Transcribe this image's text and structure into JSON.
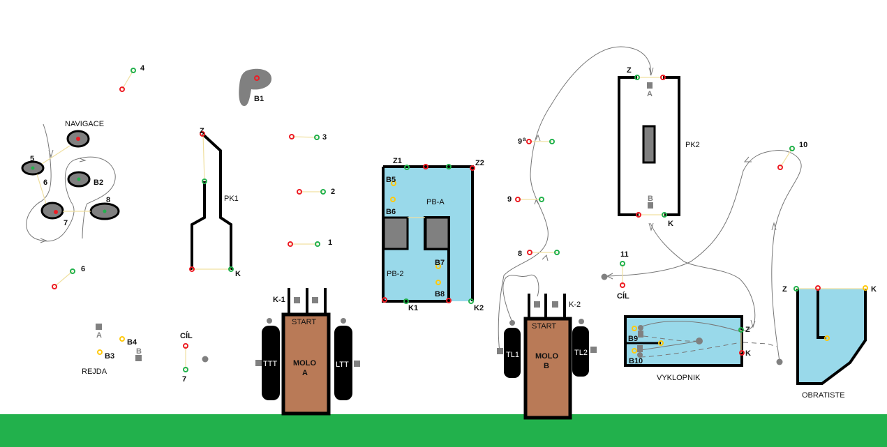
{
  "colors": {
    "water": "#99d9ea",
    "grass": "#22b14c",
    "dock": "#b97a57",
    "obstacle": "#808080",
    "start_marker": "#ed1c24",
    "end_marker": "#22b14c",
    "buoy": "#ffc90e",
    "wall": "#000000",
    "path": "#777777"
  },
  "labels": {
    "navigace": "NAVIGACE",
    "nav_5": "5",
    "nav_6": "6",
    "nav_7": "7",
    "nav_8": "8",
    "b2": "B2",
    "b1": "B1",
    "gate_4": "4",
    "gate_6": "6",
    "gate_3": "3",
    "gate_2": "2",
    "gate_1": "1",
    "pk1": "PK1",
    "pk1_z": "Z",
    "pk1_k": "K",
    "rejda": "REJDA",
    "rejda_a": "A",
    "rejda_b": "B",
    "b3": "B3",
    "b4": "B4",
    "cil_left": "CÍL",
    "gate_7": "7",
    "k1_dock": "K-1",
    "start_a": "START",
    "molo_a_1": "MOLO",
    "molo_a_2": "A",
    "ttt": "TTT",
    "ltt": "LTT",
    "z1": "Z1",
    "z2": "Z2",
    "b5": "B5",
    "b6": "B6",
    "b7": "B7",
    "b8": "B8",
    "pb_a": "PB-A",
    "pb_2": "PB-2",
    "k1": "K1",
    "k2": "K2",
    "gate_9a": "9",
    "gate_9a_sup": "a",
    "gate_9": "9",
    "gate_8": "8",
    "k2_dock": "K-2",
    "start_b": "START",
    "molo_b_1": "MOLO",
    "molo_b_2": "B",
    "tl1": "TL1",
    "tl2": "TL2",
    "pk2": "PK2",
    "pk2_z": "Z",
    "pk2_k": "K",
    "pk2_a": "A",
    "pk2_b": "B",
    "gate_10": "10",
    "gate_11": "11",
    "cil_right": "CÍL",
    "vyklopnik": "VYKLOPNIK",
    "vyk_z": "Z",
    "vyk_k": "K",
    "b9": "B9",
    "b10": "B10",
    "obratiste": "OBRATISTE",
    "obr_z": "Z",
    "obr_k": "K"
  }
}
